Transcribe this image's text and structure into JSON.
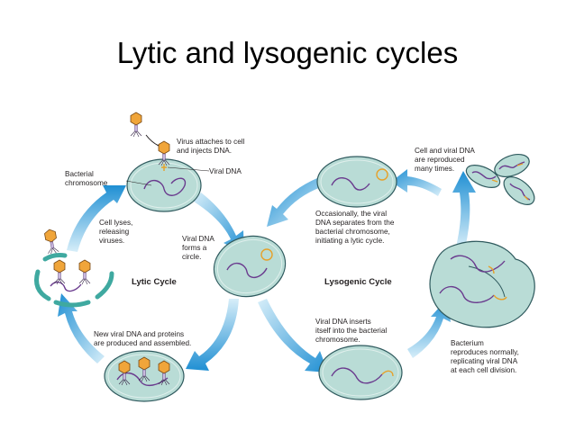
{
  "slide": {
    "title": "Lytic and lysogenic cycles"
  },
  "diagram": {
    "cycles": {
      "lytic": "Lytic Cycle",
      "lysogenic": "Lysogenic Cycle"
    },
    "labels": {
      "attach_1": "Virus attaches to cell",
      "attach_2": "and injects DNA.",
      "viral_dna": "Viral DNA",
      "bact_chrom_1": "Bacterial",
      "bact_chrom_2": "chromosome",
      "lyses_1": "Cell lyses,",
      "lyses_2": "releasing",
      "lyses_3": "viruses.",
      "circle_1": "Viral DNA",
      "circle_2": "forms a",
      "circle_3": "circle.",
      "produced_1": "New viral DNA and proteins",
      "produced_2": "are produced and assembled.",
      "separate_1": "Occasionally, the viral",
      "separate_2": "DNA separates from the",
      "separate_3": "bacterial chromosome,",
      "separate_4": "initiating a lytic cycle.",
      "repro_1": "Cell and viral DNA",
      "repro_2": "are reproduced",
      "repro_3": "many times.",
      "insert_1": "Viral DNA inserts",
      "insert_2": "itself into the bacterial",
      "insert_3": "chromosome.",
      "bact_1": "Bacterium",
      "bact_2": "reproduces normally,",
      "bact_3": "replicating viral DNA",
      "bact_4": "at each cell division."
    },
    "colors": {
      "cell_fill": "#b9dcd6",
      "arrow": "#3ba3dc",
      "chromosome": "#6a3b8e",
      "viral_dna": "#e6a12a",
      "phage_head": "#f0a53a"
    },
    "icons": [
      "bacteriophage-icon",
      "bacterium-cell-icon",
      "cycle-arrow-icon"
    ]
  }
}
